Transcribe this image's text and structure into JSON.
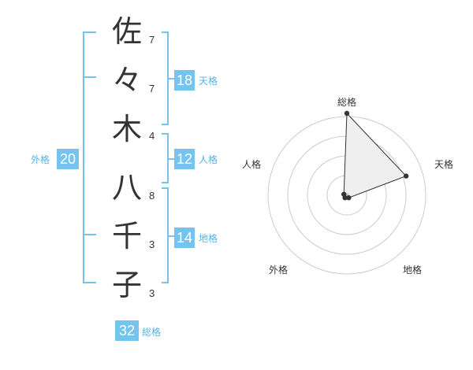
{
  "name": {
    "chars": [
      {
        "char": "佐",
        "strokes": "7"
      },
      {
        "char": "々",
        "strokes": "7"
      },
      {
        "char": "木",
        "strokes": "4"
      },
      {
        "char": "八",
        "strokes": "8"
      },
      {
        "char": "千",
        "strokes": "3"
      },
      {
        "char": "子",
        "strokes": "3"
      }
    ]
  },
  "kakusu": {
    "tenkaku": {
      "value": "18",
      "label": "天格"
    },
    "jinkaku": {
      "value": "12",
      "label": "人格"
    },
    "chikaku": {
      "value": "14",
      "label": "地格"
    },
    "gaikaku": {
      "value": "20",
      "label": "外格"
    },
    "soukaku": {
      "value": "32",
      "label": "総格"
    }
  },
  "colors": {
    "accent": "#74c4ef",
    "label": "#55b2e6",
    "text": "#333333",
    "radar_grid": "#cccccc",
    "radar_fill": "#efefef"
  },
  "chart_data": {
    "type": "radar",
    "axes": [
      "総格",
      "天格",
      "地格",
      "外格",
      "人格"
    ],
    "values": [
      5,
      4,
      1,
      1,
      1
    ],
    "max": 5,
    "rings": 4
  }
}
